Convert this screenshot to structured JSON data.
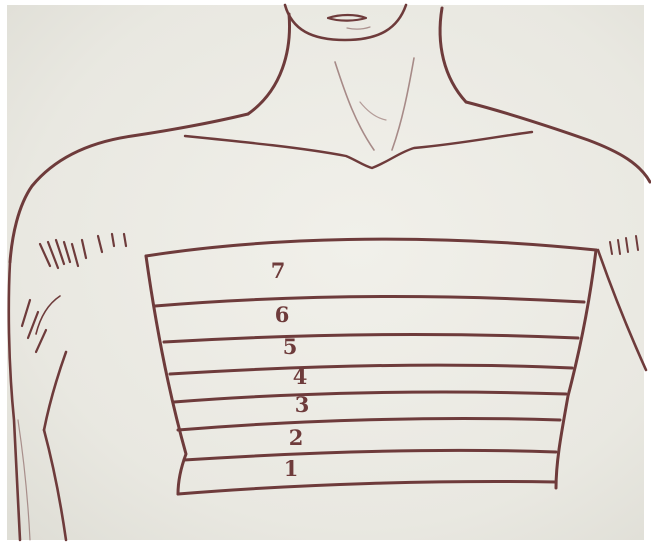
{
  "diagram": {
    "bands": [
      {
        "number": "1"
      },
      {
        "number": "2"
      },
      {
        "number": "3"
      },
      {
        "number": "4"
      },
      {
        "number": "5"
      },
      {
        "number": "6"
      },
      {
        "number": "7"
      }
    ]
  },
  "colors": {
    "paper": "#ecebe4",
    "ink": "#6e3b3b",
    "frame": "#ffffff"
  }
}
